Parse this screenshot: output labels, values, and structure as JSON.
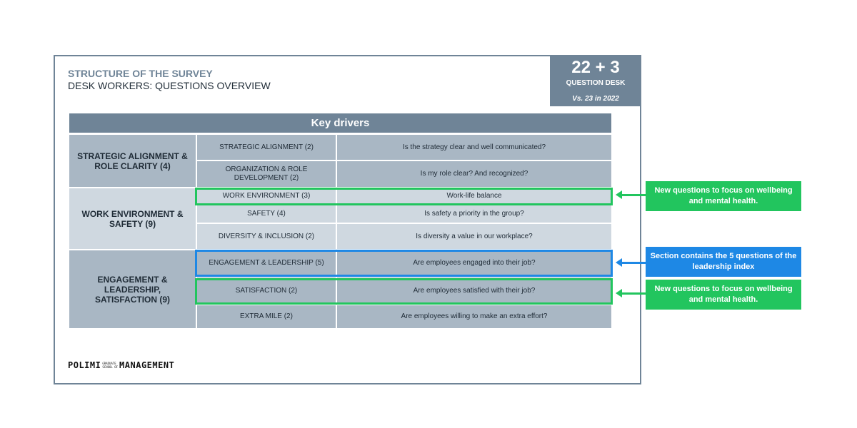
{
  "header": {
    "title": "STRUCTURE OF THE SURVEY",
    "subtitle": "DESK WORKERS: QUESTIONS OVERVIEW"
  },
  "count_box": {
    "number": "22 + 3",
    "label": "QUESTION DESK",
    "comparison": "Vs. 23 in 2022"
  },
  "table": {
    "header": "Key drivers",
    "groups": [
      {
        "label": "STRATEGIC ALIGNMENT & ROLE CLARITY (4)"
      },
      {
        "label": "WORK ENVIRONMENT & SAFETY (9)"
      },
      {
        "label": "ENGAGEMENT & LEADERSHIP, SATISFACTION (9)"
      }
    ],
    "rows": [
      {
        "driver": "STRATEGIC ALIGNMENT (2)",
        "question": "Is the strategy clear and well communicated?"
      },
      {
        "driver": "ORGANIZATION & ROLE DEVELOPMENT (2)",
        "question": "Is my role clear? And recognized?"
      },
      {
        "driver": "WORK ENVIRONMENT (3)",
        "question": "Work-life balance"
      },
      {
        "driver": "SAFETY (4)",
        "question": "Is safety a priority in the group?"
      },
      {
        "driver": "DIVERSITY & INCLUSION (2)",
        "question": "Is diversity a value in our workplace?"
      },
      {
        "driver": "ENGAGEMENT & LEADERSHIP (5)",
        "question": "Are employees engaged into their job?"
      },
      {
        "driver": "SATISFACTION (2)",
        "question": "Are employees satisfied with their job?"
      },
      {
        "driver": "EXTRA MILE (2)",
        "question": "Are employees willing to make an extra effort?"
      }
    ]
  },
  "callouts": [
    {
      "text": "New questions to focus on wellbeing and mental health.",
      "color": "#22c55e"
    },
    {
      "text": "Section contains the 5 questions of the leadership index",
      "color": "#1e88e5"
    },
    {
      "text": "New questions to focus on wellbeing and mental health.",
      "color": "#22c55e"
    }
  ],
  "logo": {
    "part1": "POLIMI",
    "small_top": "GRADUATE",
    "small_bottom": "SCHOOL OF",
    "part2": "MANAGEMENT"
  }
}
